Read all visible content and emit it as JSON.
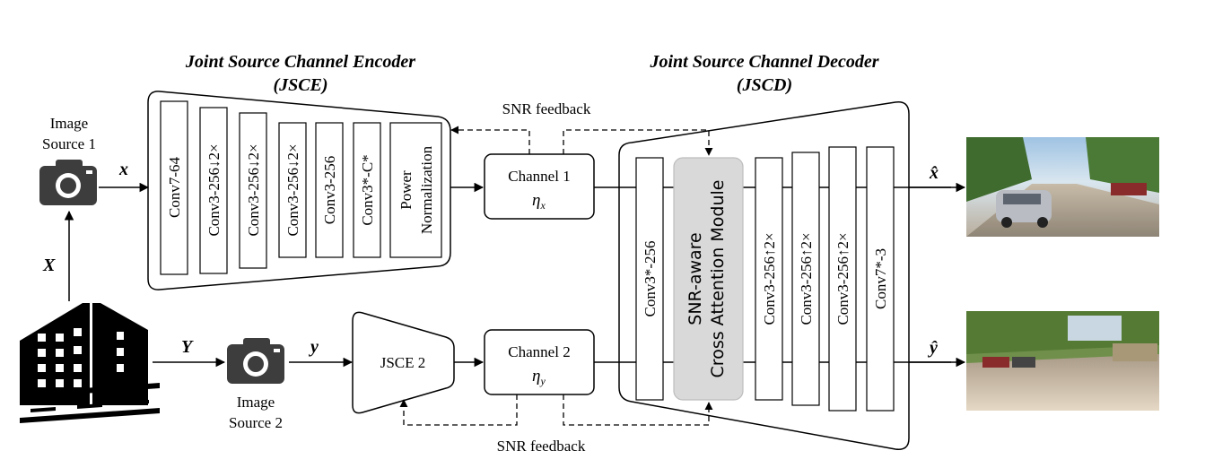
{
  "encoder": {
    "title": "Joint Source Channel Encoder",
    "abbr": "(JSCE)",
    "layers": [
      "Conv7-64",
      "Conv3-256↓2×",
      "Conv3-256↓2×",
      "Conv3-256↓2×",
      "Conv3-256",
      "Conv3*-C*",
      "Power",
      "Normalization"
    ]
  },
  "decoder": {
    "title": "Joint Source Channel Decoder",
    "abbr": "(JSCD)",
    "layers": [
      "Conv3*-256",
      "Conv3-256↑2×",
      "Conv3-256↑2×",
      "Conv3-256↑2×",
      "Conv7*-3"
    ],
    "attention_line1": "SNR-aware",
    "attention_line2": "Cross Attention Module"
  },
  "sources": {
    "source1_line1": "Image",
    "source1_line2": "Source 1",
    "source2_line1": "Image",
    "source2_line2": "Source 2"
  },
  "signals": {
    "x": "x",
    "y": "y",
    "X": "X",
    "Y": "Y",
    "x_hat": "x̂",
    "y_hat": "ŷ"
  },
  "channels": {
    "ch1_label": "Channel 1",
    "ch1_snr_base": "η",
    "ch1_snr_sub": "x",
    "ch2_label": "Channel 2",
    "ch2_snr_base": "η",
    "ch2_snr_sub": "y"
  },
  "jsce2_label": "JSCE 2",
  "feedback": {
    "top": "SNR feedback",
    "bottom": "SNR feedback"
  },
  "icons": [
    "camera-icon",
    "building-icon",
    "road-icon"
  ],
  "colors": {
    "camera": "#3d3d3d",
    "attention_fill": "#d9d9d9",
    "line": "#000000"
  }
}
